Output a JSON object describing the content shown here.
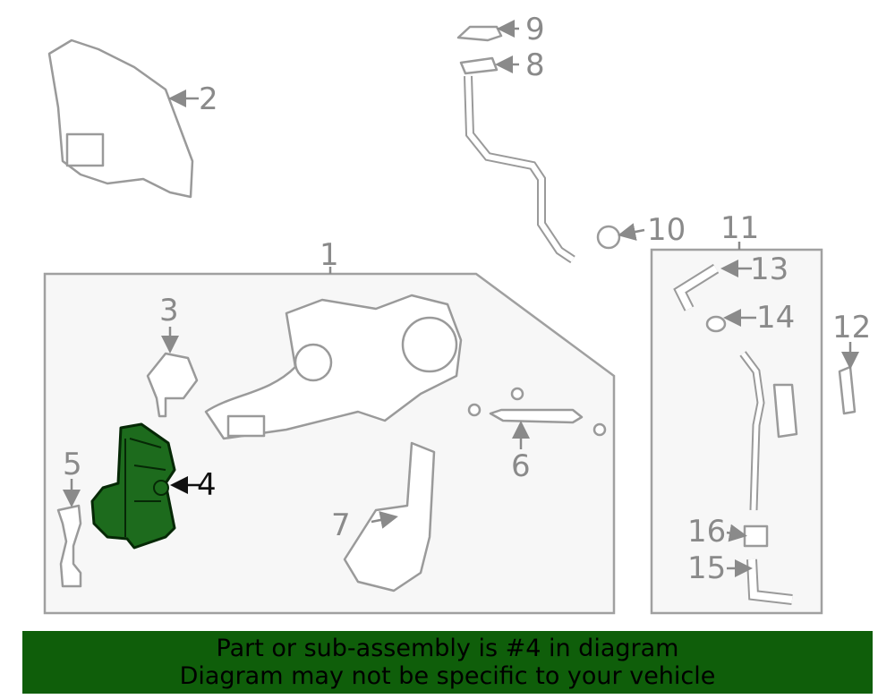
{
  "callouts": [
    "1",
    "2",
    "3",
    "4",
    "5",
    "6",
    "7",
    "8",
    "9",
    "10",
    "11",
    "12",
    "13",
    "14",
    "15",
    "16"
  ],
  "highlighted_part": "4",
  "colors": {
    "highlight": "#1d6b1d",
    "banner": "#0f5e0a",
    "box_fill": "#f7f7f7",
    "line": "#9a9a9a"
  },
  "banner": {
    "line1": "Part or sub-assembly is #4 in diagram",
    "line2": "Diagram may not be specific to your vehicle"
  }
}
